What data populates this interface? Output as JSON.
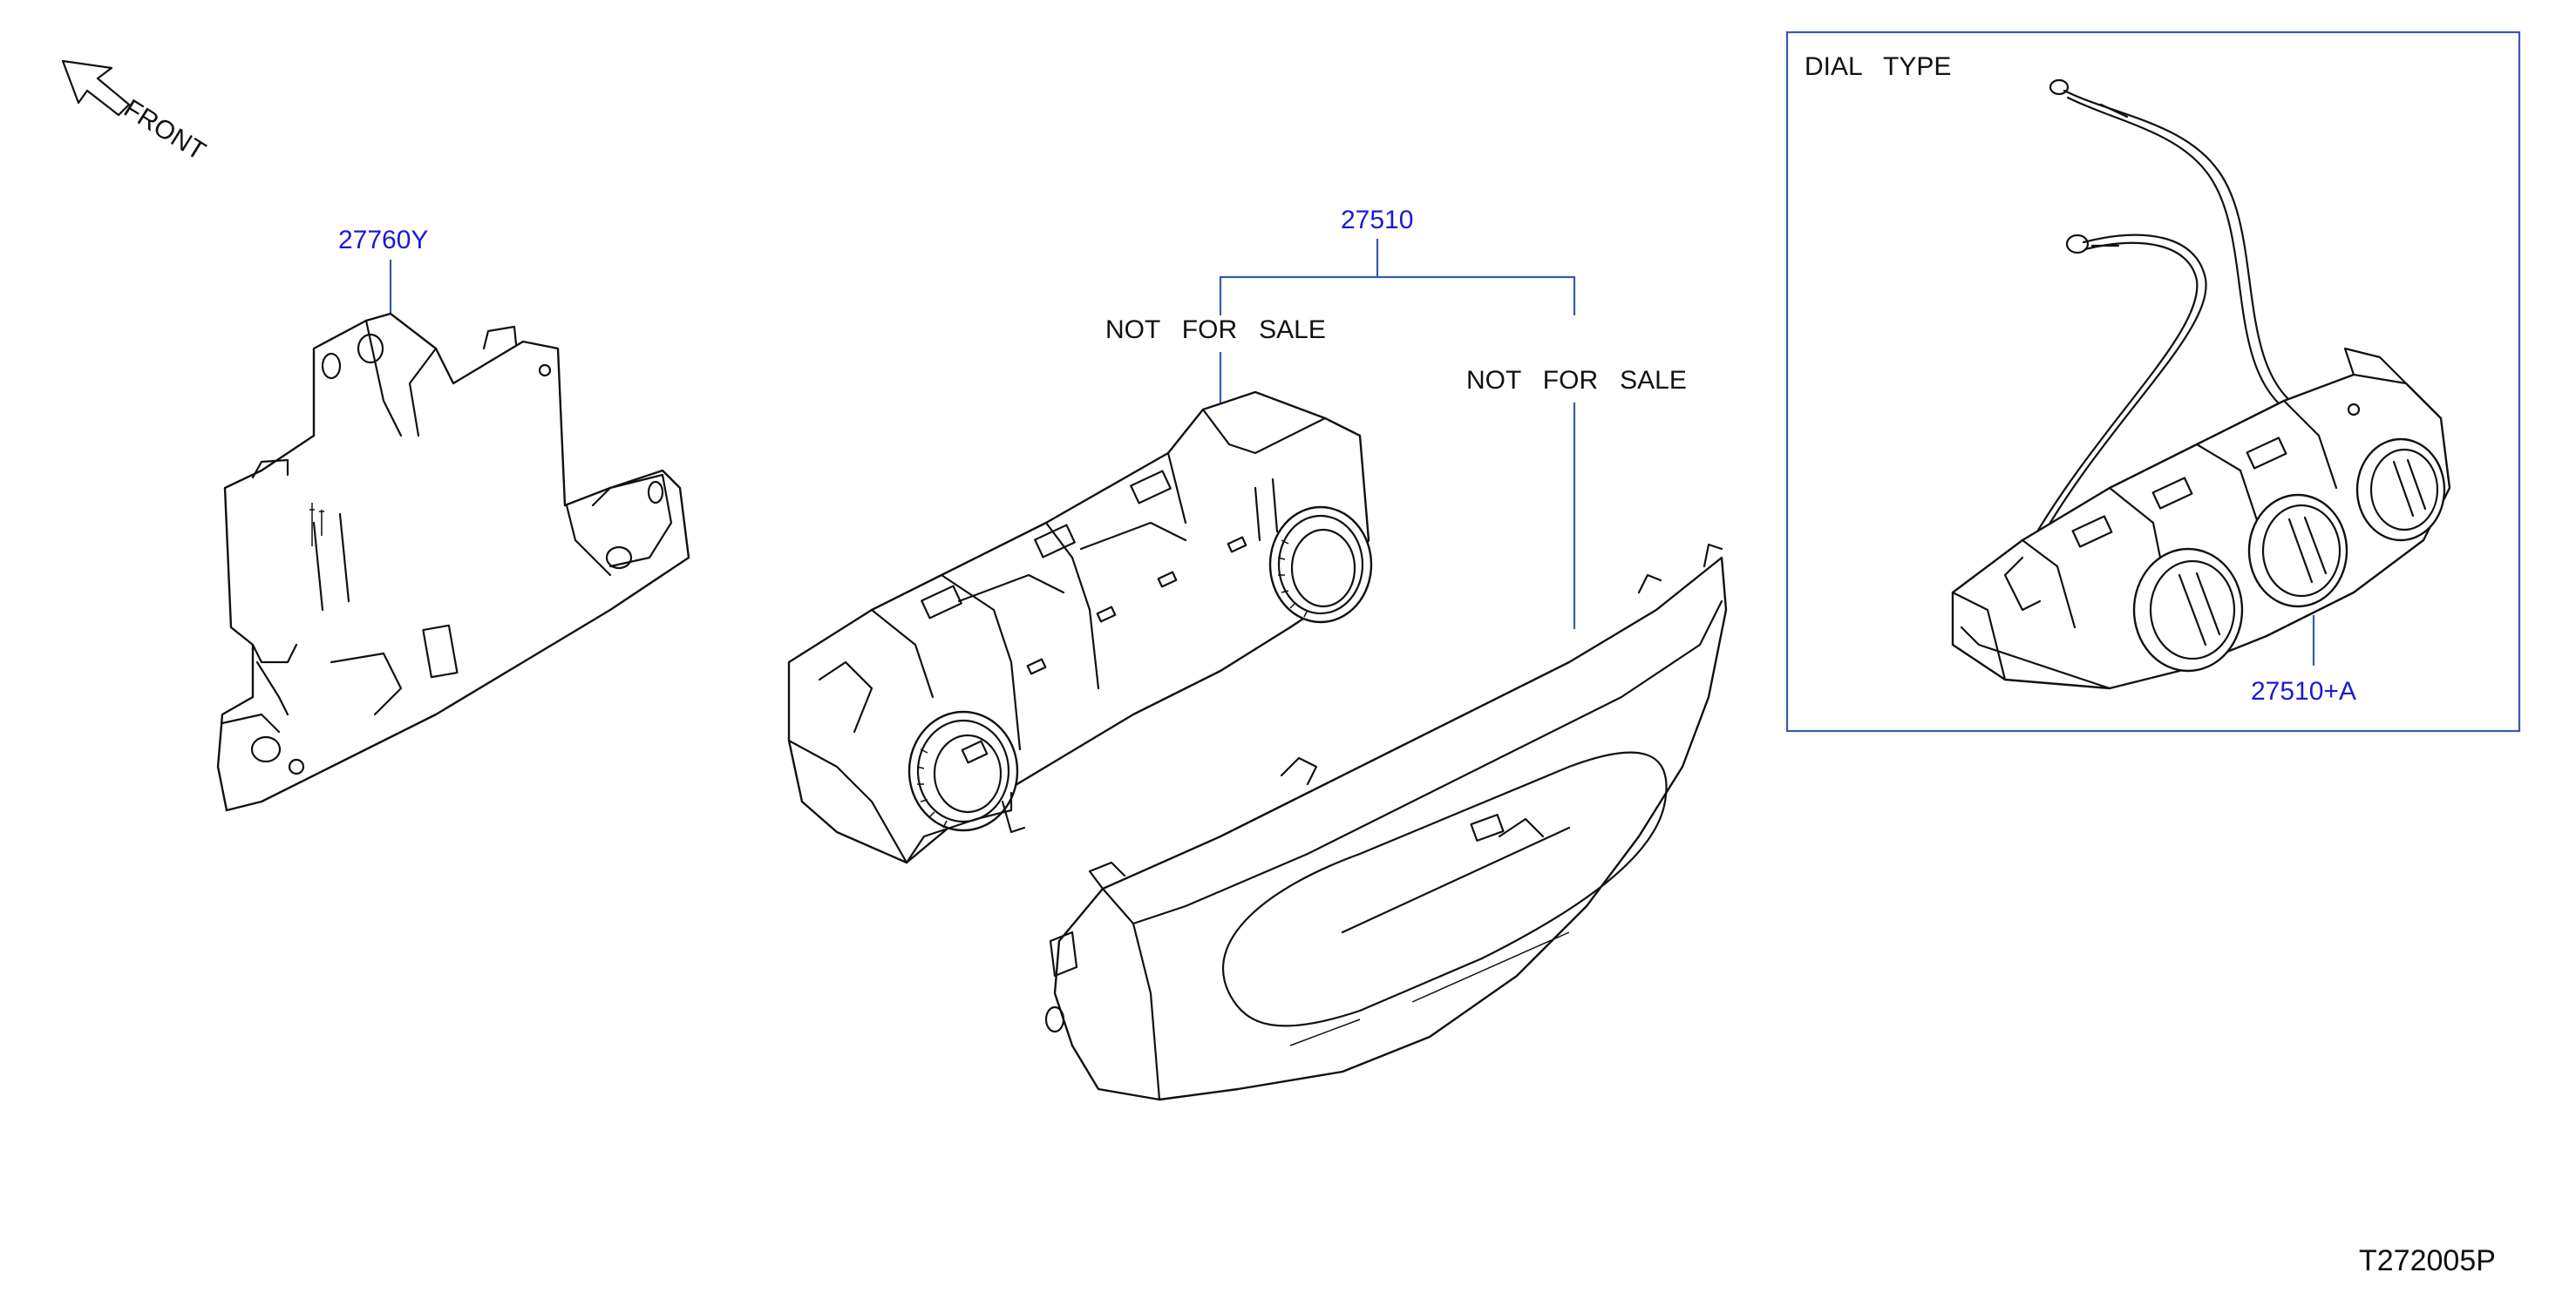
{
  "drawing": {
    "front_label": "FRONT",
    "part_bracket": "27760Y",
    "part_control_assembly": "27510",
    "not_for_sale_upper": "NOT   FOR   SALE",
    "not_for_sale_lower": "NOT   FOR   SALE",
    "inset_title": "DIAL   TYPE",
    "part_dial_type": "27510+A",
    "reference_code": "T272005P"
  },
  "colors": {
    "part_number": "#1a1ad6",
    "leader_line": "#3a5aa8",
    "line_art": "#111111"
  }
}
